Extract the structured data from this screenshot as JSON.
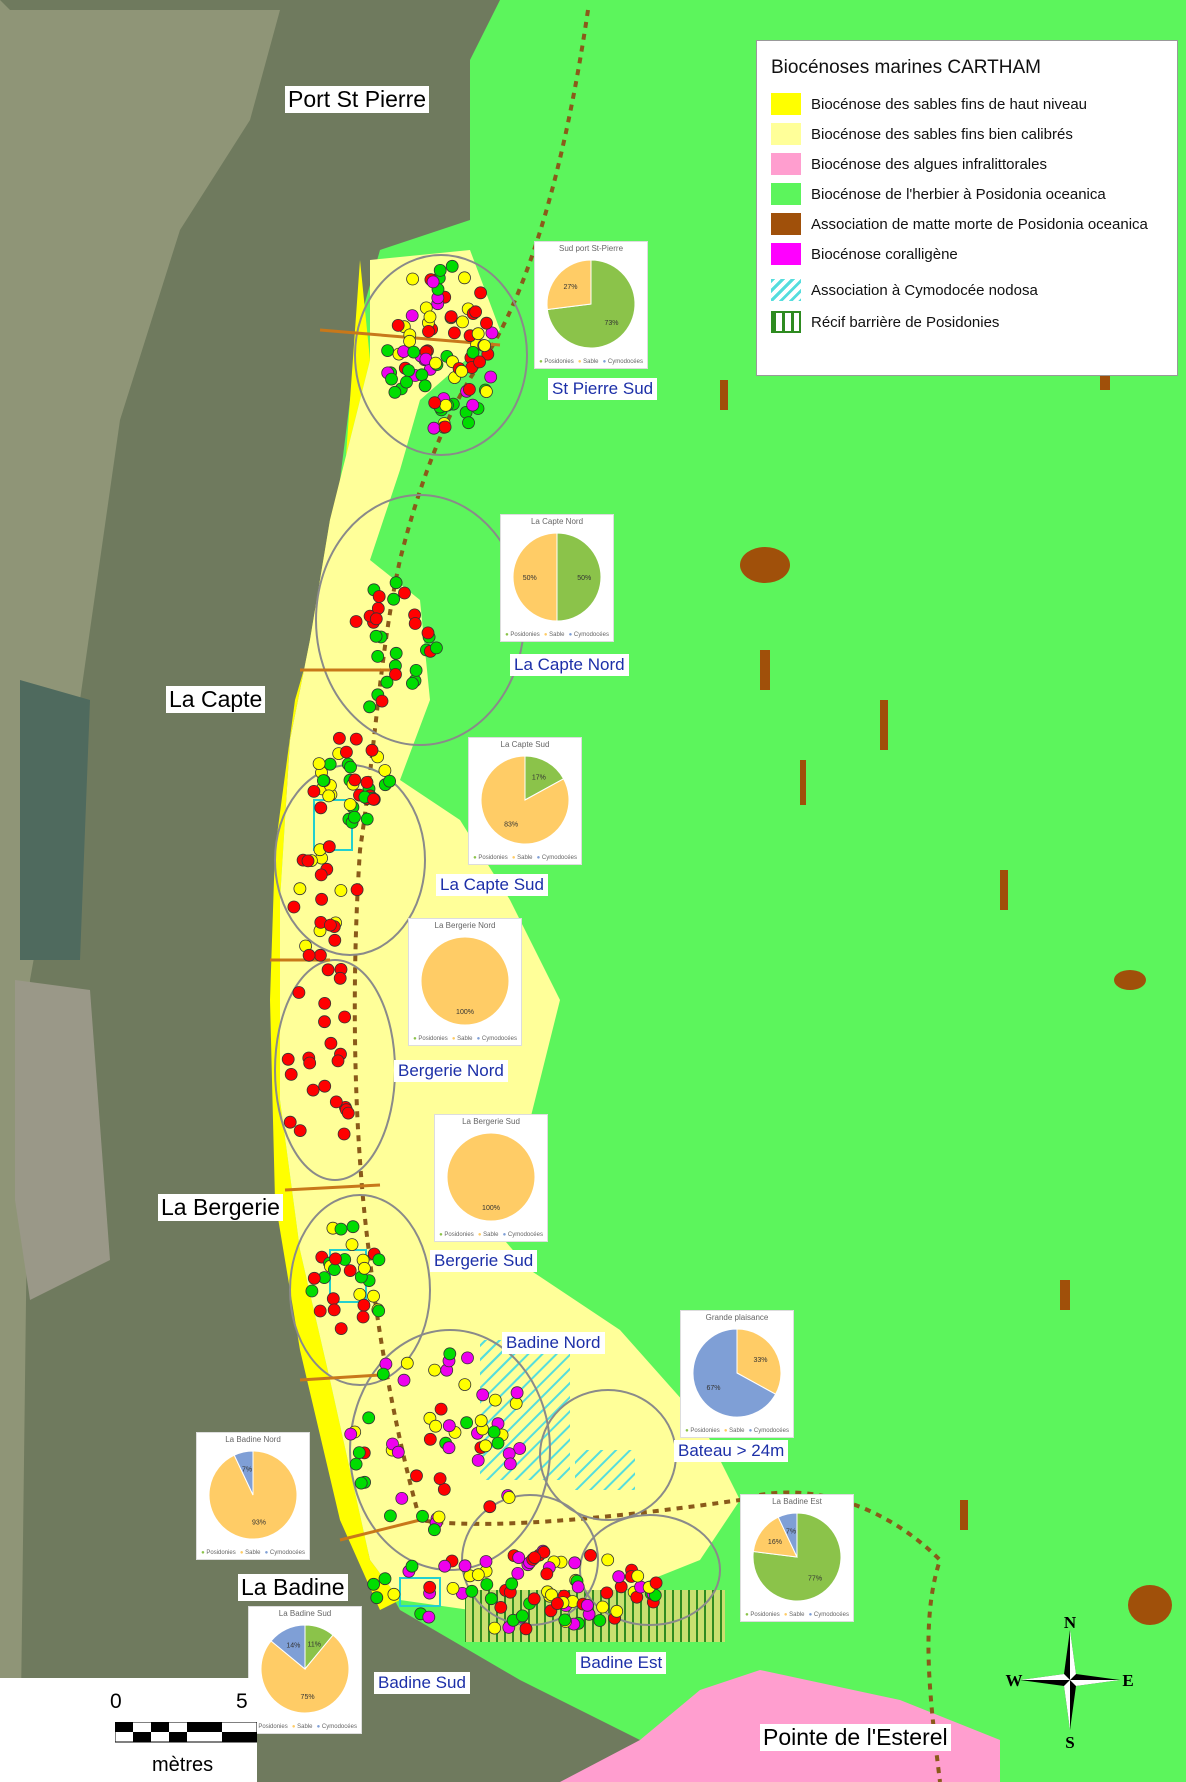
{
  "legend": {
    "title": "Biocénoses marines CARTHAM",
    "items": [
      {
        "label": "Biocénose des sables fins de haut niveau",
        "color": "#ffff00",
        "pattern": "solid"
      },
      {
        "label": "Biocénose des sables fins bien calibrés",
        "color": "#ffff99",
        "pattern": "solid"
      },
      {
        "label": "Biocénose des algues infralittorales",
        "color": "#ff9ecf",
        "pattern": "solid"
      },
      {
        "label": "Biocénose de l'herbier à Posidonia oceanica",
        "color": "#5cf55c",
        "pattern": "solid"
      },
      {
        "label": "Association de matte morte de Posidonia oceanica",
        "color": "#a0500a",
        "pattern": "solid"
      },
      {
        "label": "Biocénose coralligène",
        "color": "#ff00ff",
        "pattern": "solid"
      },
      {
        "label": "Association à Cymodocée nodosa",
        "color": "#55dddd",
        "pattern": "hatch"
      },
      {
        "label": "Récif barrière de Posidonies",
        "color": "#2e8b20",
        "pattern": "bars"
      }
    ]
  },
  "places": {
    "port_st_pierre": "Port St Pierre",
    "la_capte": "La Capte",
    "la_bergerie": "La Bergerie",
    "la_badine": "La Badine",
    "pointe_esterel": "Pointe de l'Esterel"
  },
  "zones": {
    "st_pierre_sud": "St Pierre Sud",
    "la_capte_nord": "La Capte Nord",
    "la_capte_sud": "La Capte Sud",
    "bergerie_nord": "Bergerie Nord",
    "bergerie_sud": "Bergerie Sud",
    "badine_nord": "Badine Nord",
    "bateau": "Bateau > 24m",
    "badine_sud": "Badine Sud",
    "badine_est": "Badine Est"
  },
  "pie_legend": {
    "posidonies": "Posidonies",
    "sable": "Sable",
    "cymodocees": "Cymodocées"
  },
  "pie_colors": {
    "posidonies": "#8bc34a",
    "sable": "#ffcc66",
    "cymodocees": "#7f9fd6"
  },
  "pies": [
    {
      "id": "sud_port",
      "title": "Sud port St-Pierre",
      "posidonies": 73,
      "sable": 27,
      "cymodocees": 0,
      "labels": [
        "73%",
        "27%"
      ]
    },
    {
      "id": "capte_nord",
      "title": "La Capte Nord",
      "posidonies": 50,
      "sable": 50,
      "cymodocees": 0,
      "labels": [
        "50%",
        "50%"
      ]
    },
    {
      "id": "capte_sud",
      "title": "La Capte Sud",
      "posidonies": 17,
      "sable": 83,
      "cymodocees": 0,
      "labels": [
        "17%",
        "83%"
      ]
    },
    {
      "id": "bergerie_nord",
      "title": "La Bergerie Nord",
      "posidonies": 0,
      "sable": 100,
      "cymodocees": 0,
      "labels": [
        "100%"
      ]
    },
    {
      "id": "bergerie_sud",
      "title": "La Bergerie Sud",
      "posidonies": 0,
      "sable": 100,
      "cymodocees": 0,
      "labels": [
        "100%"
      ]
    },
    {
      "id": "grande_plaisance",
      "title": "Grande plaisance",
      "posidonies": 0,
      "sable": 33,
      "cymodocees": 67,
      "labels": [
        "33%",
        "67%"
      ]
    },
    {
      "id": "badine_nord",
      "title": "La Badine Nord",
      "posidonies": 0,
      "sable": 93,
      "cymodocees": 7,
      "labels": [
        "93%",
        "7%"
      ]
    },
    {
      "id": "badine_sud",
      "title": "La Badine Sud",
      "posidonies": 11,
      "sable": 75,
      "cymodocees": 14,
      "labels": [
        "11%",
        "75%",
        "14%"
      ]
    },
    {
      "id": "badine_est",
      "title": "La Badine Est",
      "posidonies": 77,
      "sable": 16,
      "cymodocees": 7,
      "labels": [
        "77%",
        "16%",
        "7%"
      ]
    }
  ],
  "scale": {
    "start": "0",
    "mid": "5",
    "unit": "mètres"
  },
  "compass": {
    "n": "N",
    "s": "S",
    "e": "E",
    "w": "W"
  },
  "dot_colors": {
    "posidonies": "#00dd00",
    "sable": "#ffff00",
    "algues": "#ff0000",
    "cymodocees": "#ee00ee"
  }
}
